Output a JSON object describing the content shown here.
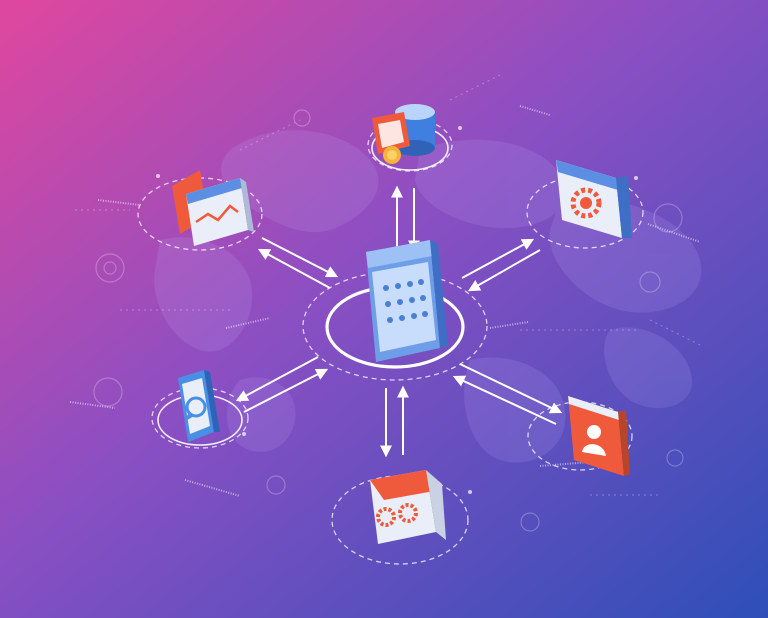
{
  "scene": {
    "background_gradient": [
      "#e0479e",
      "#8a4fc3",
      "#2e4fb8"
    ],
    "map_tint": "#c9b8ff",
    "accent_red": "#ef5a3c",
    "accent_blue": "#4a8fe6",
    "line_color": "#ffffff"
  },
  "nodes": [
    {
      "id": "hub",
      "icon": "rating-stars-window-icon"
    },
    {
      "id": "database",
      "icon": "database-coins-icon"
    },
    {
      "id": "analytics",
      "icon": "chart-window-icon"
    },
    {
      "id": "settings",
      "icon": "gear-window-icon"
    },
    {
      "id": "chat",
      "icon": "chat-phone-icon"
    },
    {
      "id": "profile",
      "icon": "user-window-icon"
    },
    {
      "id": "services",
      "icon": "gears-box-icon"
    }
  ],
  "connections": [
    {
      "from": "hub",
      "to": "database",
      "bidirectional": true
    },
    {
      "from": "hub",
      "to": "analytics",
      "bidirectional": true
    },
    {
      "from": "hub",
      "to": "settings",
      "bidirectional": true
    },
    {
      "from": "hub",
      "to": "chat",
      "bidirectional": true
    },
    {
      "from": "hub",
      "to": "profile",
      "bidirectional": true
    },
    {
      "from": "hub",
      "to": "services",
      "bidirectional": true
    }
  ]
}
